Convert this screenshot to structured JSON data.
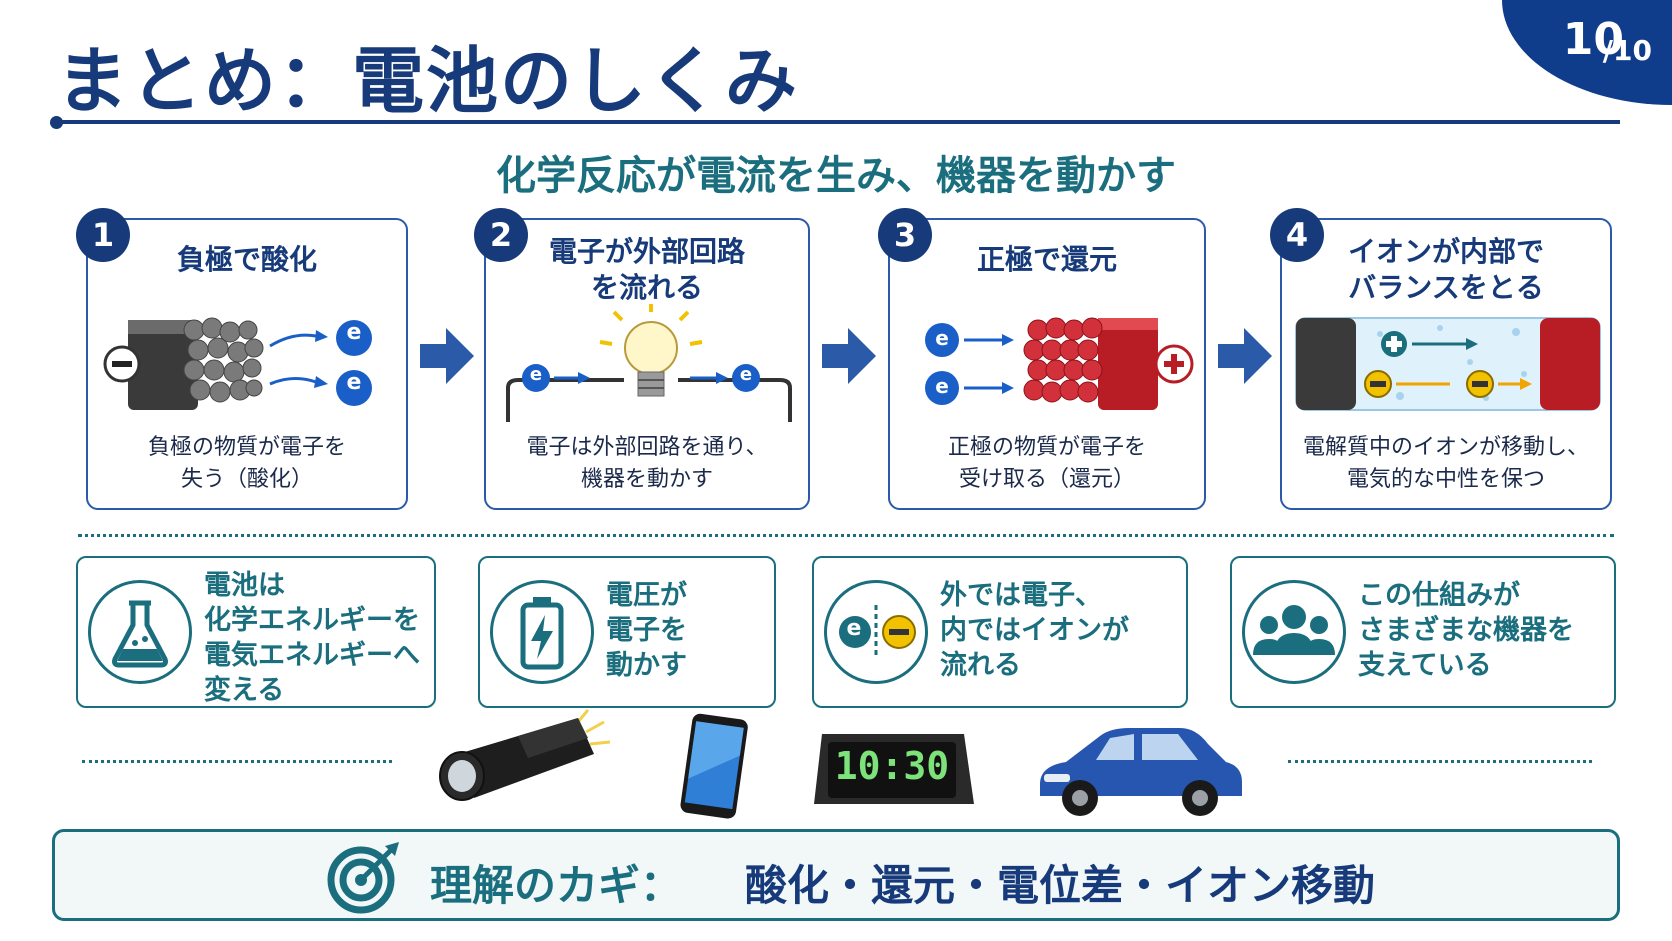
{
  "slide": {
    "title": "まとめ：電池のしくみ",
    "page_current": "10",
    "page_total": "/10",
    "subtitle": "化学反応が電流を生み、機器を動かす"
  },
  "steps": [
    {
      "num": "1",
      "title": "負極で酸化",
      "desc": "負極の物質が電子を\n失う（酸化）"
    },
    {
      "num": "2",
      "title": "電子が外部回路\nを流れる",
      "desc": "電子は外部回路を通り、\n機器を動かす"
    },
    {
      "num": "3",
      "title": "正極で還元",
      "desc": "正極の物質が電子を\n受け取る（還元）"
    },
    {
      "num": "4",
      "title": "イオンが内部で\nバランスをとる",
      "desc": "電解質中のイオンが移動し、\n電気的な中性を保つ"
    }
  ],
  "facts": [
    {
      "icon": "flask-icon",
      "text": "電池は\n化学エネルギーを\n電気エネルギーへ\n変える"
    },
    {
      "icon": "battery-icon",
      "text": "電圧が\n電子を\n動かす"
    },
    {
      "icon": "electron-ion-icon",
      "text": "外では電子、\n内ではイオンが\n流れる"
    },
    {
      "icon": "people-icon",
      "text": "この仕組みが\nさまざまな機器を\n支えている"
    }
  ],
  "labels": {
    "electron": "e",
    "minus": "−",
    "plus": "+",
    "clock_time": "10:30"
  },
  "key": {
    "label": "理解のカギ：",
    "value": "酸化・還元・電位差・イオン移動"
  },
  "colors": {
    "navy": "#163a7a",
    "teal": "#1a6e7e",
    "blue": "#2b5aa8",
    "electron_blue": "#1a5fc7",
    "cathode_red": "#c8202a"
  }
}
